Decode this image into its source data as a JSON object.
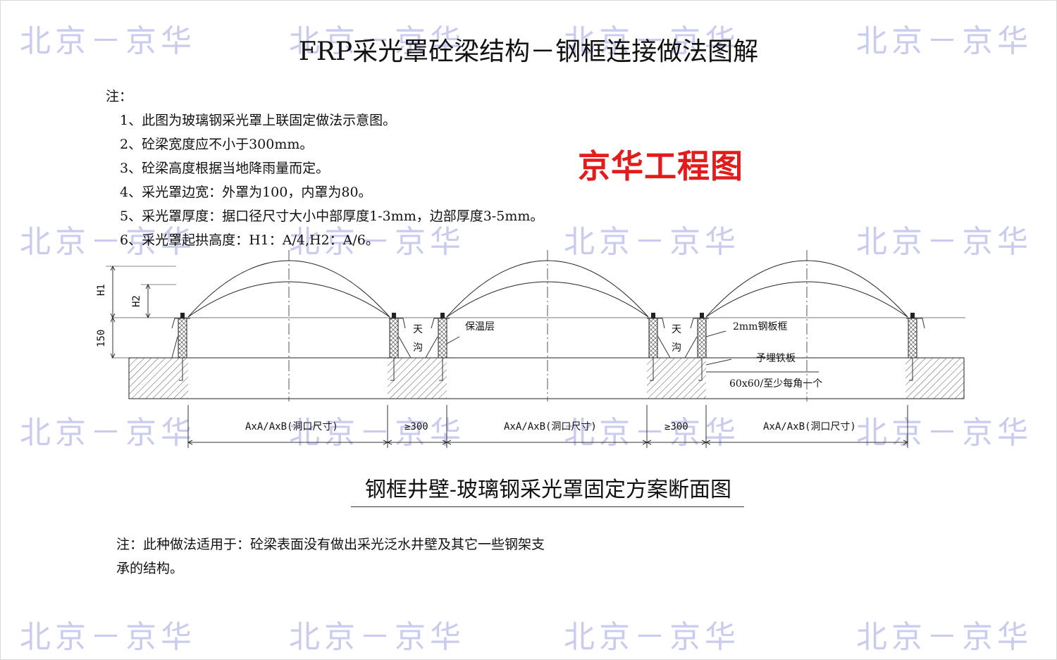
{
  "title": "FRP采光罩砼梁结构－钢框连接做法图解",
  "watermark": "北京－京华",
  "stamp": "京华工程图",
  "notes": {
    "heading": "注：",
    "items": [
      "1、此图为玻璃钢采光罩上联固定做法示意图。",
      "2、砼梁宽度应不小于300mm。",
      "3、砼梁高度根据当地降雨量而定。",
      "4、采光罩边宽：外罩为100，内罩为80。",
      "5、采光罩厚度：据口径尺寸大小中部厚度1-3mm，边部厚度3-5mm。",
      "6、采光罩起拱高度：H1：A/4,H2：A/6。"
    ]
  },
  "diagram": {
    "dims": {
      "h1": "H1",
      "h2": "H2",
      "d150": "150",
      "span1": "AxA/AxB(洞口尺寸)",
      "gap1": "≥300",
      "span2": "AxA/AxB(洞口尺寸)",
      "gap2": "≥300",
      "span3": "AxA/AxB(洞口尺寸)"
    },
    "labels": {
      "gutter_top_1": "天",
      "gutter_bot_1": "沟",
      "gutter_top_2": "天",
      "gutter_bot_2": "沟",
      "insulation": "保温层",
      "steel_frame": "2mm钢板框",
      "embedded_plate": "予埋铁板",
      "angle_spec": "60x60/至少每角一个"
    }
  },
  "subtitle": "钢框井壁-玻璃钢采光罩固定方案断面图",
  "note2": {
    "line1": "注：此种做法适用于：砼梁表面没有做出采光泛水井壁及其它一些钢架支",
    "line2": "承的结构。"
  },
  "colors": {
    "watermark": "#c9cbef",
    "stamp": "#e41b1b",
    "line": "#222222"
  }
}
